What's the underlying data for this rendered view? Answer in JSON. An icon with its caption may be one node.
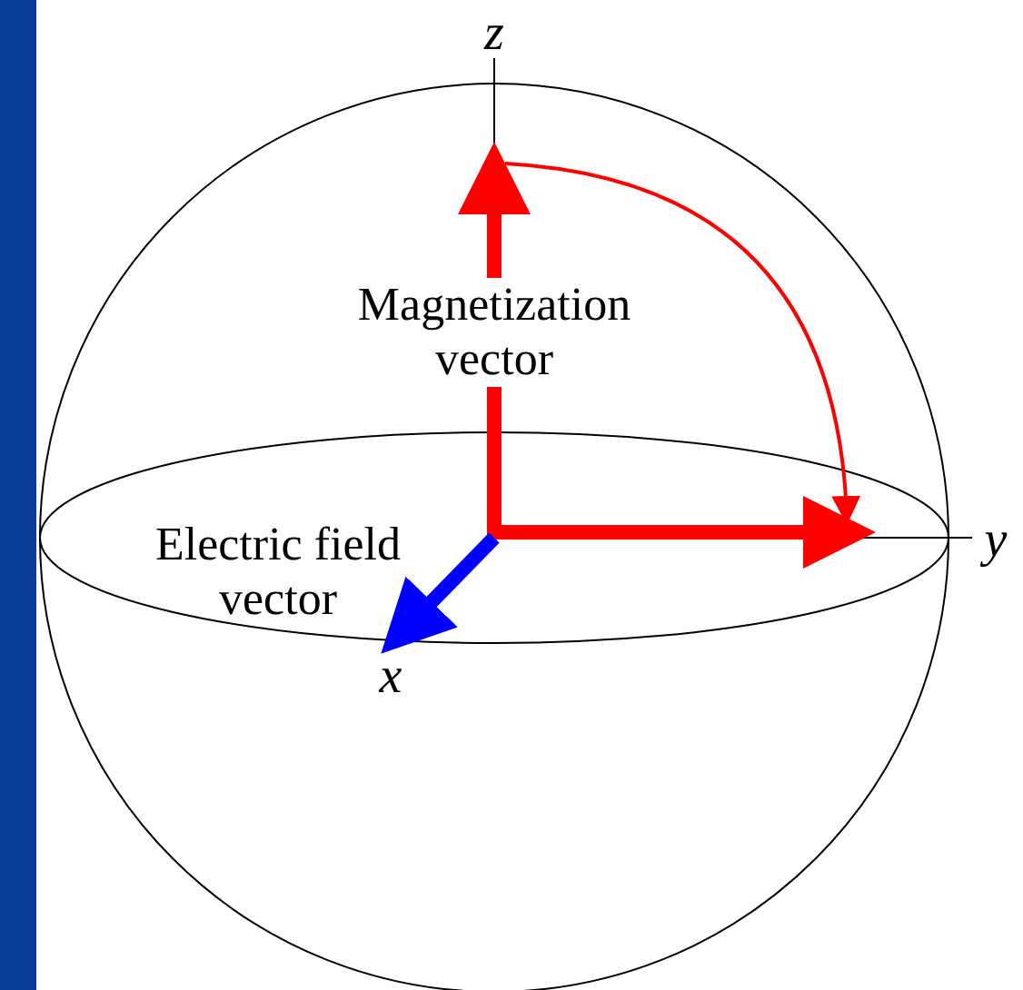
{
  "diagram": {
    "labels": [
      "z",
      "Magnetization vector",
      "Electric field vector",
      "y",
      "x"
    ]
  }
}
